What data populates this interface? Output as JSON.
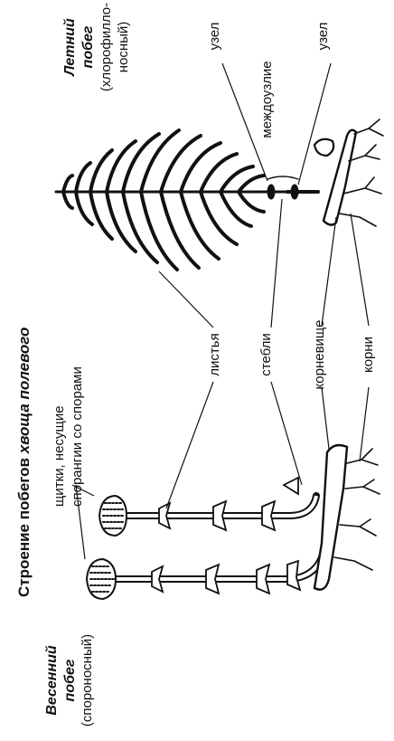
{
  "title": {
    "prefix": "Строение побегов ",
    "emphasis": "хвоща полевого"
  },
  "summer_shoot": {
    "line1": "Летний",
    "line2": "побег",
    "line3": "(хлорофилло-",
    "line4": "носный)"
  },
  "spring_shoot": {
    "line1": "Весенний",
    "line2": "побег",
    "line3": "(спороносный)"
  },
  "labels": {
    "node_left": "узел",
    "internode": "междоузлие",
    "node_right": "узел",
    "shields_line1": "щитки, несущие",
    "shields_line2": "спорангии со спорами",
    "leaves": "листья",
    "stems": "стебли",
    "rhizome": "корневище",
    "roots": "корни"
  },
  "colors": {
    "ink": "#111111",
    "background": "#ffffff"
  }
}
